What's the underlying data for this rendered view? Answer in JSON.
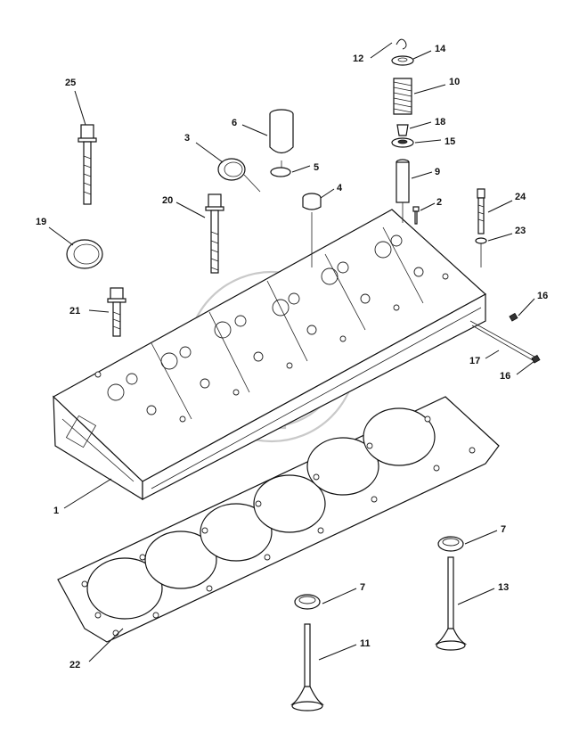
{
  "callouts": [
    {
      "num": "1",
      "name": "cylinder-head"
    },
    {
      "num": "2",
      "name": "small-screw"
    },
    {
      "num": "3",
      "name": "expansion-plug"
    },
    {
      "num": "4",
      "name": "sleeve"
    },
    {
      "num": "5",
      "name": "o-ring"
    },
    {
      "num": "6",
      "name": "injector-sleeve"
    },
    {
      "num": "7",
      "name": "valve-seat-insert"
    },
    {
      "num": "7",
      "name": "valve-seat-insert"
    },
    {
      "num": "9",
      "name": "valve-guide"
    },
    {
      "num": "10",
      "name": "valve-spring"
    },
    {
      "num": "11",
      "name": "intake-valve"
    },
    {
      "num": "12",
      "name": "valve-collet"
    },
    {
      "num": "13",
      "name": "exhaust-valve"
    },
    {
      "num": "14",
      "name": "spring-retainer"
    },
    {
      "num": "15",
      "name": "spring-seat"
    },
    {
      "num": "16",
      "name": "plug"
    },
    {
      "num": "16",
      "name": "plug"
    },
    {
      "num": "17",
      "name": "dowel-pin"
    },
    {
      "num": "18",
      "name": "valve-stem-seal"
    },
    {
      "num": "19",
      "name": "expansion-plug-large"
    },
    {
      "num": "20",
      "name": "head-bolt-long"
    },
    {
      "num": "21",
      "name": "head-bolt-short"
    },
    {
      "num": "22",
      "name": "head-gasket"
    },
    {
      "num": "23",
      "name": "sealing-washer"
    },
    {
      "num": "24",
      "name": "stud"
    },
    {
      "num": "25",
      "name": "head-bolt"
    }
  ]
}
